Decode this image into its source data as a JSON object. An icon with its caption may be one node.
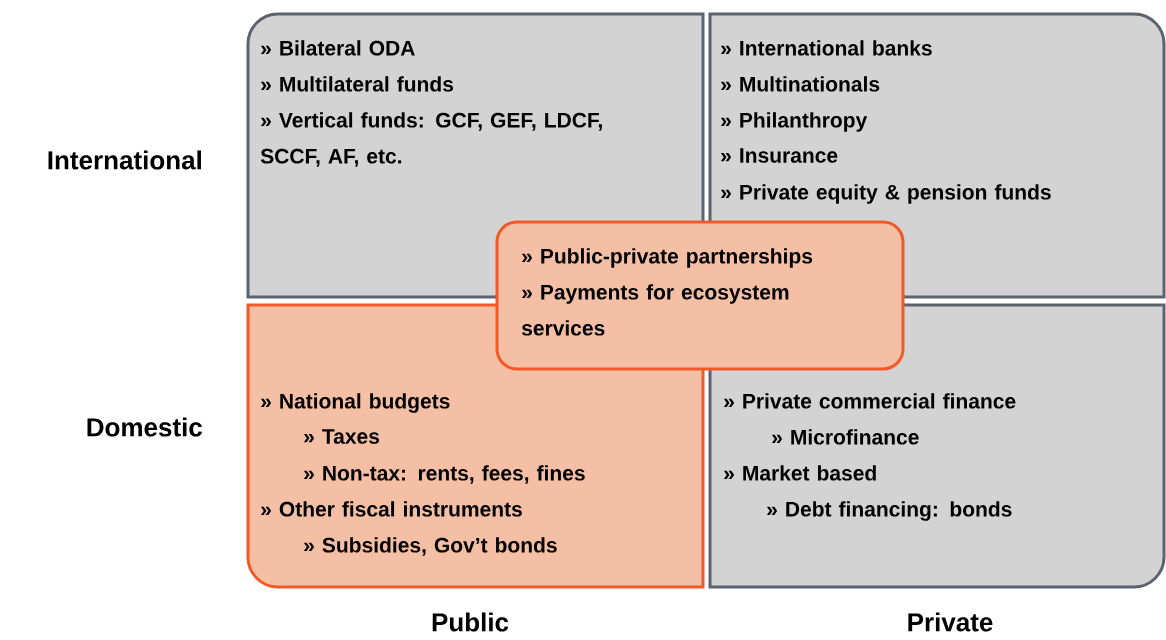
{
  "diagram": {
    "nodes": [
      {
        "text": [
          "» Bilateral ODA",
          "» Multilateral funds",
          "» Vertical funds: GCF, GEF, LDCF, SCCF, AF, etc."
        ]
      },
      {
        "text": [
          "» International banks",
          "» Multinationals",
          "» Philanthropy",
          "» Insurance",
          "» Private equity & pension funds"
        ]
      },
      {
        "text": [
          "» Public-private partnerships",
          "» Payments for ecosystem services"
        ]
      },
      {
        "text": [
          "» National budgets",
          "» Taxes",
          "» Non-tax: rents, fees, fines",
          "» Other fiscal instruments",
          "» Subsidies, Gov’t bonds"
        ]
      },
      {
        "text": [
          "» Private commercial finance",
          "» Microfinance",
          "» Market based",
          "» Debt financing: bonds"
        ]
      }
    ],
    "labels": [
      "International",
      "Domestic",
      "Public",
      "Private"
    ]
  }
}
